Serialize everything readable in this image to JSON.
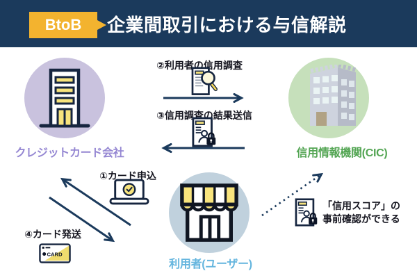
{
  "header": {
    "badge": "BtoB",
    "title": "企業間取引における与信解説"
  },
  "entities": {
    "credit_card_company": {
      "label": "クレジットカード会社"
    },
    "credit_bureau": {
      "label": "信用情報機関(CIC)"
    },
    "user": {
      "label": "利用者(ユーザー)"
    }
  },
  "steps": {
    "step1": "①カード申込",
    "step2": "②利用者の信用調査",
    "step3": "③信用調査の結果送信",
    "step4": "④カード発送"
  },
  "note": {
    "line1": "「信用スコア」の",
    "line2": "事前確認ができる"
  },
  "card": {
    "label": "CARD"
  },
  "icons": [
    "office-building-icon",
    "bureau-building-icon",
    "storefront-icon",
    "document-search-icon",
    "document-lock-icon",
    "laptop-check-icon",
    "credit-card-icon",
    "note-document-lock-icon"
  ],
  "colors": {
    "header_bg": "#1b3a5c",
    "badge_yellow": "#f3b32f",
    "arrow_navy": "#1b3a5c",
    "purple_circle": "#c9c2de",
    "purple_label": "#9486d2",
    "green_circle": "#c6e0bb",
    "green_label": "#53a553",
    "blue_circle": "#c0d1dd",
    "blue_label": "#64b5de",
    "icon_yellow": "#f8e47d",
    "icon_outline": "#16253f",
    "text_dark": "#15151f"
  }
}
